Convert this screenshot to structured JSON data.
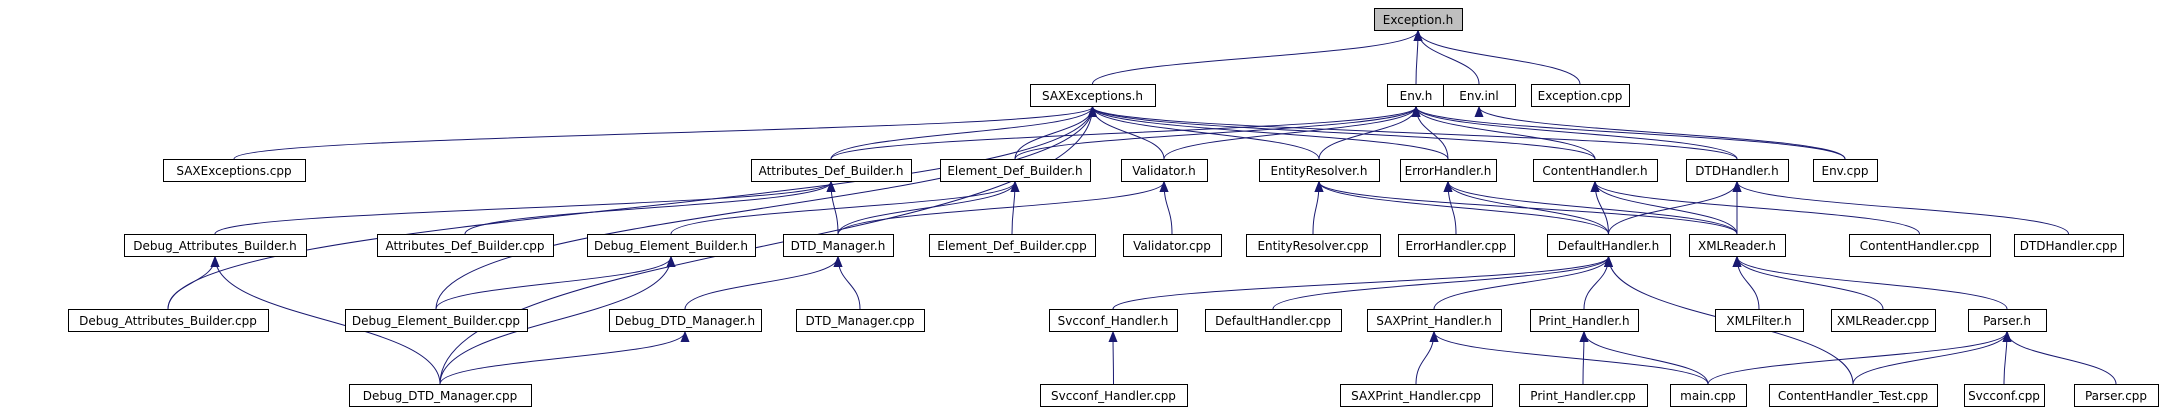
{
  "colors": {
    "edge": "#191970",
    "root_fill": "#bfbfbf",
    "node_fill": "#ffffff",
    "border": "#000000"
  },
  "nodes": [
    {
      "id": "exception_h",
      "label": "Exception.h",
      "root": true
    },
    {
      "id": "saxexceptions_h",
      "label": "SAXExceptions.h"
    },
    {
      "id": "env_h",
      "label": "Env.h"
    },
    {
      "id": "env_inl",
      "label": "Env.inl"
    },
    {
      "id": "exception_cpp",
      "label": "Exception.cpp"
    },
    {
      "id": "saxexceptions_cpp",
      "label": "SAXExceptions.cpp"
    },
    {
      "id": "attributes_def_builder_h",
      "label": "Attributes_Def_Builder.h"
    },
    {
      "id": "element_def_builder_h",
      "label": "Element_Def_Builder.h"
    },
    {
      "id": "validator_h",
      "label": "Validator.h"
    },
    {
      "id": "entityresolver_h",
      "label": "EntityResolver.h"
    },
    {
      "id": "errorhandler_h",
      "label": "ErrorHandler.h"
    },
    {
      "id": "contenthandler_h",
      "label": "ContentHandler.h"
    },
    {
      "id": "dtdhandler_h",
      "label": "DTDHandler.h"
    },
    {
      "id": "env_cpp",
      "label": "Env.cpp"
    },
    {
      "id": "debug_attributes_builder_h",
      "label": "Debug_Attributes_Builder.h"
    },
    {
      "id": "attributes_def_builder_cpp",
      "label": "Attributes_Def_Builder.cpp"
    },
    {
      "id": "debug_element_builder_h",
      "label": "Debug_Element_Builder.h"
    },
    {
      "id": "dtd_manager_h",
      "label": "DTD_Manager.h"
    },
    {
      "id": "element_def_builder_cpp",
      "label": "Element_Def_Builder.cpp"
    },
    {
      "id": "validator_cpp",
      "label": "Validator.cpp"
    },
    {
      "id": "entityresolver_cpp",
      "label": "EntityResolver.cpp"
    },
    {
      "id": "errorhandler_cpp",
      "label": "ErrorHandler.cpp"
    },
    {
      "id": "defaulthandler_h",
      "label": "DefaultHandler.h"
    },
    {
      "id": "xmlreader_h",
      "label": "XMLReader.h"
    },
    {
      "id": "contenthandler_cpp",
      "label": "ContentHandler.cpp"
    },
    {
      "id": "dtdhandler_cpp",
      "label": "DTDHandler.cpp"
    },
    {
      "id": "debug_attributes_builder_cpp",
      "label": "Debug_Attributes_Builder.cpp"
    },
    {
      "id": "debug_element_builder_cpp",
      "label": "Debug_Element_Builder.cpp"
    },
    {
      "id": "debug_dtd_manager_h",
      "label": "Debug_DTD_Manager.h"
    },
    {
      "id": "dtd_manager_cpp",
      "label": "DTD_Manager.cpp"
    },
    {
      "id": "svcconf_handler_h",
      "label": "Svcconf_Handler.h"
    },
    {
      "id": "defaulthandler_cpp",
      "label": "DefaultHandler.cpp"
    },
    {
      "id": "saxprint_handler_h",
      "label": "SAXPrint_Handler.h"
    },
    {
      "id": "print_handler_h",
      "label": "Print_Handler.h"
    },
    {
      "id": "xmlfilter_h",
      "label": "XMLFilter.h"
    },
    {
      "id": "xmlreader_cpp",
      "label": "XMLReader.cpp"
    },
    {
      "id": "parser_h",
      "label": "Parser.h"
    },
    {
      "id": "debug_dtd_manager_cpp",
      "label": "Debug_DTD_Manager.cpp"
    },
    {
      "id": "svcconf_handler_cpp",
      "label": "Svcconf_Handler.cpp"
    },
    {
      "id": "saxprint_handler_cpp",
      "label": "SAXPrint_Handler.cpp"
    },
    {
      "id": "print_handler_cpp",
      "label": "Print_Handler.cpp"
    },
    {
      "id": "main_cpp",
      "label": "main.cpp"
    },
    {
      "id": "contenthandler_test_cpp",
      "label": "ContentHandler_Test.cpp"
    },
    {
      "id": "svcconf_cpp",
      "label": "Svcconf.cpp"
    },
    {
      "id": "parser_cpp",
      "label": "Parser.cpp"
    }
  ],
  "edges": [
    [
      "saxexceptions_h",
      "exception_h"
    ],
    [
      "env_h",
      "exception_h"
    ],
    [
      "env_inl",
      "exception_h"
    ],
    [
      "exception_cpp",
      "exception_h"
    ],
    [
      "saxexceptions_cpp",
      "saxexceptions_h"
    ],
    [
      "attributes_def_builder_h",
      "saxexceptions_h"
    ],
    [
      "element_def_builder_h",
      "saxexceptions_h"
    ],
    [
      "validator_h",
      "saxexceptions_h"
    ],
    [
      "entityresolver_h",
      "saxexceptions_h"
    ],
    [
      "errorhandler_h",
      "saxexceptions_h"
    ],
    [
      "contenthandler_h",
      "saxexceptions_h"
    ],
    [
      "dtdhandler_h",
      "saxexceptions_h"
    ],
    [
      "debug_attributes_builder_cpp",
      "saxexceptions_h"
    ],
    [
      "debug_element_builder_cpp",
      "saxexceptions_h"
    ],
    [
      "debug_dtd_manager_cpp",
      "saxexceptions_h"
    ],
    [
      "attributes_def_builder_h",
      "env_h"
    ],
    [
      "element_def_builder_h",
      "env_h"
    ],
    [
      "validator_h",
      "env_h"
    ],
    [
      "entityresolver_h",
      "env_h"
    ],
    [
      "errorhandler_h",
      "env_h"
    ],
    [
      "contenthandler_h",
      "env_h"
    ],
    [
      "dtdhandler_h",
      "env_h"
    ],
    [
      "env_cpp",
      "env_h"
    ],
    [
      "env_cpp",
      "env_inl"
    ],
    [
      "debug_attributes_builder_h",
      "attributes_def_builder_h"
    ],
    [
      "attributes_def_builder_cpp",
      "attributes_def_builder_h"
    ],
    [
      "dtd_manager_h",
      "attributes_def_builder_h"
    ],
    [
      "debug_element_builder_h",
      "element_def_builder_h"
    ],
    [
      "dtd_manager_h",
      "element_def_builder_h"
    ],
    [
      "element_def_builder_cpp",
      "element_def_builder_h"
    ],
    [
      "dtd_manager_h",
      "validator_h"
    ],
    [
      "validator_cpp",
      "validator_h"
    ],
    [
      "entityresolver_cpp",
      "entityresolver_h"
    ],
    [
      "defaulthandler_h",
      "entityresolver_h"
    ],
    [
      "xmlreader_h",
      "entityresolver_h"
    ],
    [
      "errorhandler_cpp",
      "errorhandler_h"
    ],
    [
      "defaulthandler_h",
      "errorhandler_h"
    ],
    [
      "xmlreader_h",
      "errorhandler_h"
    ],
    [
      "defaulthandler_h",
      "contenthandler_h"
    ],
    [
      "xmlreader_h",
      "contenthandler_h"
    ],
    [
      "contenthandler_cpp",
      "contenthandler_h"
    ],
    [
      "defaulthandler_h",
      "dtdhandler_h"
    ],
    [
      "xmlreader_h",
      "dtdhandler_h"
    ],
    [
      "dtdhandler_cpp",
      "dtdhandler_h"
    ],
    [
      "debug_attributes_builder_cpp",
      "debug_attributes_builder_h"
    ],
    [
      "debug_dtd_manager_cpp",
      "debug_attributes_builder_h"
    ],
    [
      "debug_element_builder_cpp",
      "debug_element_builder_h"
    ],
    [
      "debug_dtd_manager_cpp",
      "debug_element_builder_h"
    ],
    [
      "debug_dtd_manager_h",
      "dtd_manager_h"
    ],
    [
      "dtd_manager_cpp",
      "dtd_manager_h"
    ],
    [
      "debug_dtd_manager_cpp",
      "debug_dtd_manager_h"
    ],
    [
      "svcconf_handler_h",
      "defaulthandler_h"
    ],
    [
      "defaulthandler_cpp",
      "defaulthandler_h"
    ],
    [
      "saxprint_handler_h",
      "defaulthandler_h"
    ],
    [
      "print_handler_h",
      "defaulthandler_h"
    ],
    [
      "contenthandler_test_cpp",
      "defaulthandler_h"
    ],
    [
      "xmlfilter_h",
      "xmlreader_h"
    ],
    [
      "xmlreader_cpp",
      "xmlreader_h"
    ],
    [
      "parser_h",
      "xmlreader_h"
    ],
    [
      "svcconf_handler_cpp",
      "svcconf_handler_h"
    ],
    [
      "saxprint_handler_cpp",
      "saxprint_handler_h"
    ],
    [
      "main_cpp",
      "saxprint_handler_h"
    ],
    [
      "print_handler_cpp",
      "print_handler_h"
    ],
    [
      "main_cpp",
      "print_handler_h"
    ],
    [
      "main_cpp",
      "parser_h"
    ],
    [
      "contenthandler_test_cpp",
      "parser_h"
    ],
    [
      "svcconf_cpp",
      "parser_h"
    ],
    [
      "parser_cpp",
      "parser_h"
    ]
  ]
}
